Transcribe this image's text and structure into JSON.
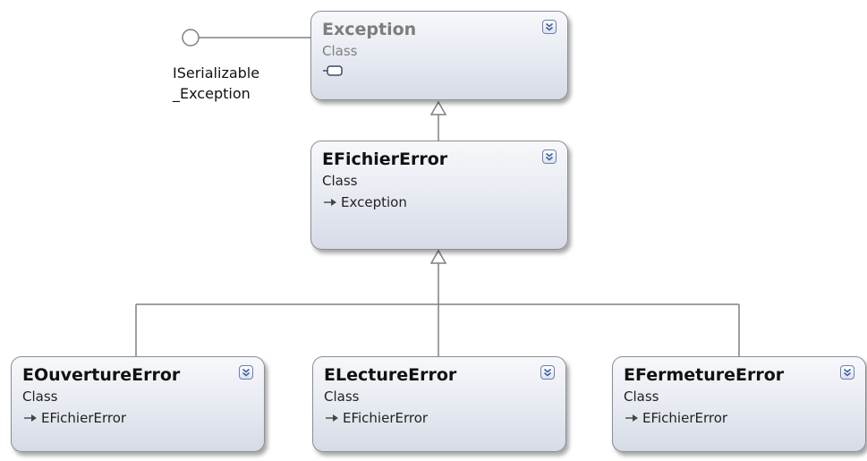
{
  "diagram": {
    "base_class": {
      "name": "Exception",
      "kind": "Class"
    },
    "interfaces": [
      "ISerializable",
      "_Exception"
    ],
    "root_error": {
      "name": "EFichierError",
      "kind": "Class",
      "base": "Exception"
    },
    "derived": [
      {
        "name": "EOuvertureError",
        "kind": "Class",
        "base": "EFichierError"
      },
      {
        "name": "ELectureError",
        "kind": "Class",
        "base": "EFichierError"
      },
      {
        "name": "EFermetureError",
        "kind": "Class",
        "base": "EFichierError"
      }
    ],
    "colors": {
      "line": "#808080",
      "shape_border": "#8a8e98",
      "faded_text": "#7d7d7d",
      "toggle_chevron": "#3d5fa3"
    },
    "icons": {
      "toggle": "double-chevron-down-icon",
      "inheritance": "arrow-right-icon",
      "details": "collapsed-details-icon",
      "interface": "lollipop-circle-icon"
    }
  }
}
